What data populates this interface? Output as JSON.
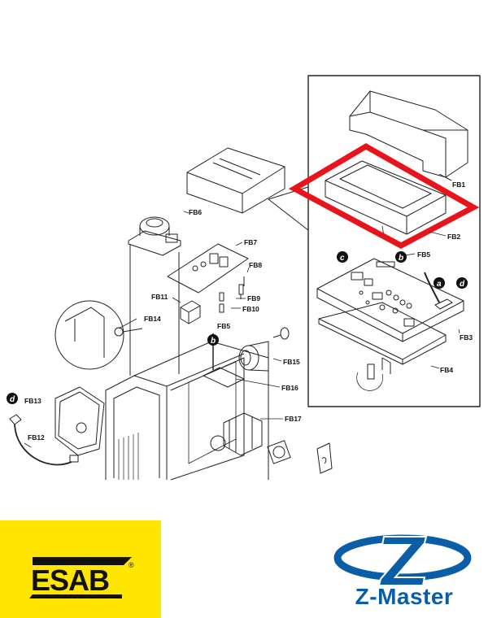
{
  "labels": {
    "fb1": "FB1",
    "fb2": "FB2",
    "fb3": "FB3",
    "fb4": "FB4",
    "fb5_inset": "FB5",
    "fb5": "FB5",
    "fb6": "FB6",
    "fb7": "FB7",
    "fb8": "FB8",
    "fb9": "FB9",
    "fb10": "FB10",
    "fb11": "FB11",
    "fb12": "FB12",
    "fb13": "FB13",
    "fb14": "FB14",
    "fb15": "FB15",
    "fb16": "FB16",
    "fb17": "FB17"
  },
  "markers": {
    "a": "a",
    "b_inset": "b",
    "c": "c",
    "d_inset": "d",
    "b_main": "b",
    "d_main": "d"
  },
  "highlight_color": "#e8141c",
  "brands": {
    "esab": {
      "text": "ESAB",
      "registered": "®",
      "bg_color": "#ffe500"
    },
    "zmaster": {
      "text": "Z-Master",
      "color": "#0a5ea8"
    }
  }
}
